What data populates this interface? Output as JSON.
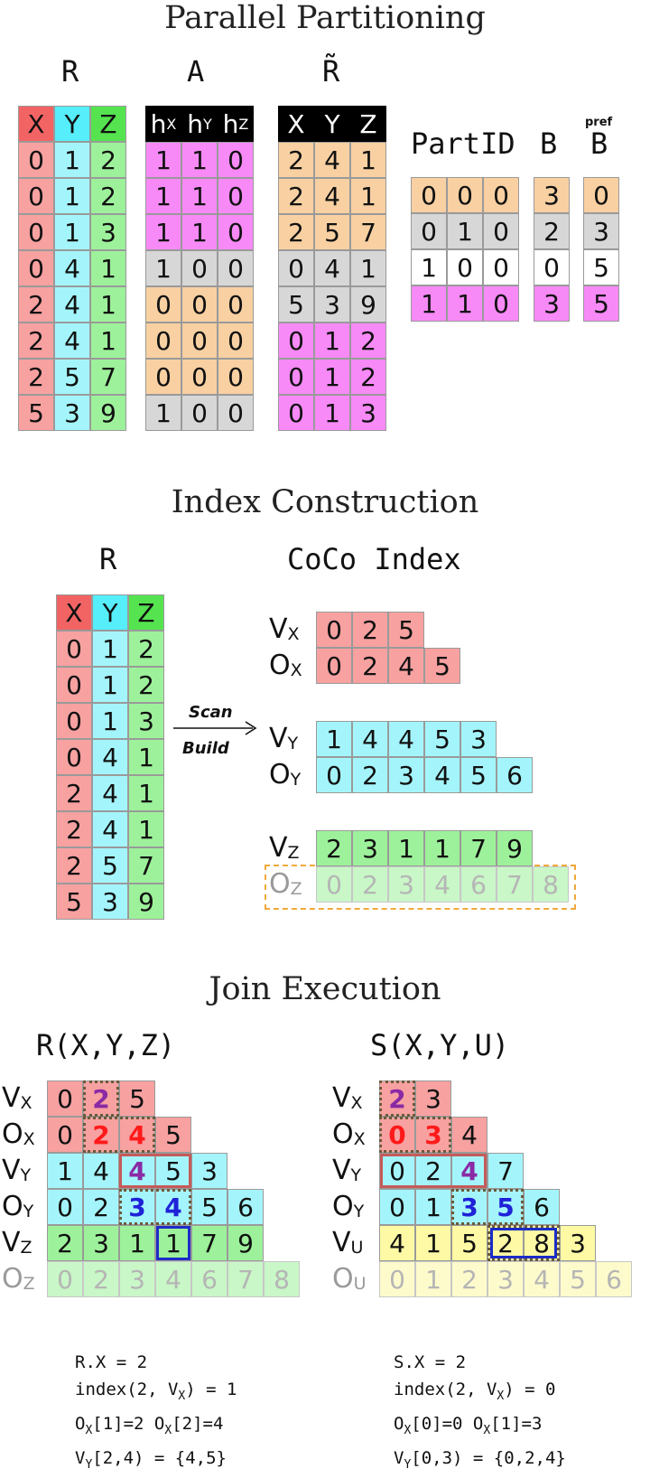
{
  "colors": {
    "red": "#f7a1a1",
    "red_hd": "#f26464",
    "cyan": "#a4f5fb",
    "cyan_hd": "#55eefa",
    "green": "#9ef19b",
    "green_hd": "#55e450",
    "pink": "#f78af7",
    "orange": "#f8d0a2",
    "gray": "#d7d7d7",
    "yellow": "#fdf9a4",
    "white": "#ffffff",
    "purple_text": "#8a2aa5",
    "red_text": "#ff1a1a",
    "blue_text": "#1f22d8",
    "box_red": "#c55a5a",
    "box_blue": "#1c2cc8",
    "orange_dash": "#f0a93a"
  },
  "sections": {
    "partitioning": "Parallel Partitioning",
    "index": "Index Construction",
    "join": "Join Execution"
  },
  "partitioning": {
    "R": {
      "label": "R",
      "headers": [
        "X",
        "Y",
        "Z"
      ],
      "rows": [
        [
          0,
          1,
          2
        ],
        [
          0,
          1,
          2
        ],
        [
          0,
          1,
          3
        ],
        [
          0,
          4,
          1
        ],
        [
          2,
          4,
          1
        ],
        [
          2,
          4,
          1
        ],
        [
          2,
          5,
          7
        ],
        [
          5,
          3,
          9
        ]
      ]
    },
    "A": {
      "label": "A",
      "headers": [
        "h",
        "h",
        "h"
      ],
      "header_subs": [
        "X",
        "Y",
        "Z"
      ],
      "rows": [
        [
          1,
          1,
          0
        ],
        [
          1,
          1,
          0
        ],
        [
          1,
          1,
          0
        ],
        [
          1,
          0,
          0
        ],
        [
          0,
          0,
          0
        ],
        [
          0,
          0,
          0
        ],
        [
          0,
          0,
          0
        ],
        [
          1,
          0,
          0
        ]
      ],
      "row_colors": [
        "pink",
        "pink",
        "pink",
        "gray",
        "orange",
        "orange",
        "orange",
        "gray"
      ]
    },
    "Rt": {
      "label": "R̃",
      "headers": [
        "X",
        "Y",
        "Z"
      ],
      "rows": [
        [
          2,
          4,
          1
        ],
        [
          2,
          4,
          1
        ],
        [
          2,
          5,
          7
        ],
        [
          0,
          4,
          1
        ],
        [
          5,
          3,
          9
        ],
        [
          0,
          1,
          2
        ],
        [
          0,
          1,
          2
        ],
        [
          0,
          1,
          3
        ]
      ],
      "row_colors": [
        "orange",
        "orange",
        "orange",
        "gray",
        "gray",
        "pink",
        "pink",
        "pink"
      ]
    },
    "partid": {
      "label": "PartID",
      "rows": [
        [
          0,
          0,
          0
        ],
        [
          0,
          1,
          0
        ],
        [
          1,
          0,
          0
        ],
        [
          1,
          1,
          0
        ]
      ],
      "row_colors": [
        "orange",
        "gray",
        "white",
        "pink"
      ]
    },
    "B": {
      "label": "B",
      "values": [
        3,
        2,
        0,
        3
      ]
    },
    "Bpref": {
      "label": "B",
      "sup": "pref",
      "values": [
        0,
        3,
        5,
        5
      ]
    }
  },
  "index": {
    "R": {
      "label": "R",
      "headers": [
        "X",
        "Y",
        "Z"
      ],
      "rows": [
        [
          0,
          1,
          2
        ],
        [
          0,
          1,
          2
        ],
        [
          0,
          1,
          3
        ],
        [
          0,
          4,
          1
        ],
        [
          2,
          4,
          1
        ],
        [
          2,
          4,
          1
        ],
        [
          2,
          5,
          7
        ],
        [
          5,
          3,
          9
        ]
      ]
    },
    "arrow_top": "Scan",
    "arrow_bottom": "Build",
    "coco_label": "CoCo Index",
    "rows": [
      {
        "label": "V",
        "sub": "X",
        "color": "red",
        "values": [
          0,
          2,
          5
        ]
      },
      {
        "label": "O",
        "sub": "X",
        "color": "red",
        "values": [
          0,
          2,
          4,
          5
        ]
      },
      {
        "label": "V",
        "sub": "Y",
        "color": "cyan",
        "values": [
          1,
          4,
          4,
          5,
          3
        ]
      },
      {
        "label": "O",
        "sub": "Y",
        "color": "cyan",
        "values": [
          0,
          2,
          3,
          4,
          5,
          6
        ]
      },
      {
        "label": "V",
        "sub": "Z",
        "color": "green",
        "values": [
          2,
          3,
          1,
          1,
          7,
          9
        ]
      },
      {
        "label": "O",
        "sub": "Z",
        "color": "green",
        "faded": true,
        "values": [
          0,
          2,
          3,
          4,
          6,
          7,
          8
        ]
      }
    ]
  },
  "join": {
    "R": {
      "label": "R(X,Y,Z)",
      "rows": [
        {
          "label": "V",
          "sub": "X",
          "color": "red",
          "values": [
            0,
            2,
            5
          ]
        },
        {
          "label": "O",
          "sub": "X",
          "color": "red",
          "values": [
            0,
            2,
            4,
            5
          ]
        },
        {
          "label": "V",
          "sub": "Y",
          "color": "cyan",
          "values": [
            1,
            4,
            4,
            5,
            3
          ]
        },
        {
          "label": "O",
          "sub": "Y",
          "color": "cyan",
          "values": [
            0,
            2,
            3,
            4,
            5,
            6
          ]
        },
        {
          "label": "V",
          "sub": "Z",
          "color": "green",
          "values": [
            2,
            3,
            1,
            1,
            7,
            9
          ]
        },
        {
          "label": "O",
          "sub": "Z",
          "color": "green",
          "faded": true,
          "values": [
            0,
            2,
            3,
            4,
            6,
            7,
            8
          ]
        }
      ],
      "notes": [
        "R.X = 2",
        "index(2, V",
        "X",
        ") = 1",
        "O",
        "X",
        "[1]=2 O",
        "X",
        "[2]=4",
        "V",
        "Y",
        "[2,4) = {4,5}"
      ]
    },
    "S": {
      "label": "S(X,Y,U)",
      "rows": [
        {
          "label": "V",
          "sub": "X",
          "color": "red",
          "values": [
            2,
            3
          ]
        },
        {
          "label": "O",
          "sub": "X",
          "color": "red",
          "values": [
            0,
            3,
            4
          ]
        },
        {
          "label": "V",
          "sub": "Y",
          "color": "cyan",
          "values": [
            0,
            2,
            4,
            7
          ]
        },
        {
          "label": "O",
          "sub": "Y",
          "color": "cyan",
          "values": [
            0,
            1,
            3,
            5,
            6
          ]
        },
        {
          "label": "V",
          "sub": "U",
          "color": "yellow",
          "values": [
            4,
            1,
            5,
            2,
            8,
            3
          ]
        },
        {
          "label": "O",
          "sub": "U",
          "color": "yellow",
          "faded": true,
          "values": [
            0,
            1,
            2,
            3,
            4,
            5,
            6
          ]
        }
      ],
      "notes": [
        "S.X = 2",
        "index(2, V",
        "X",
        ") = 0",
        "O",
        "X",
        "[0]=0 O",
        "X",
        "[1]=3",
        "V",
        "Y",
        "[0,3) = {0,2,4}"
      ]
    }
  }
}
